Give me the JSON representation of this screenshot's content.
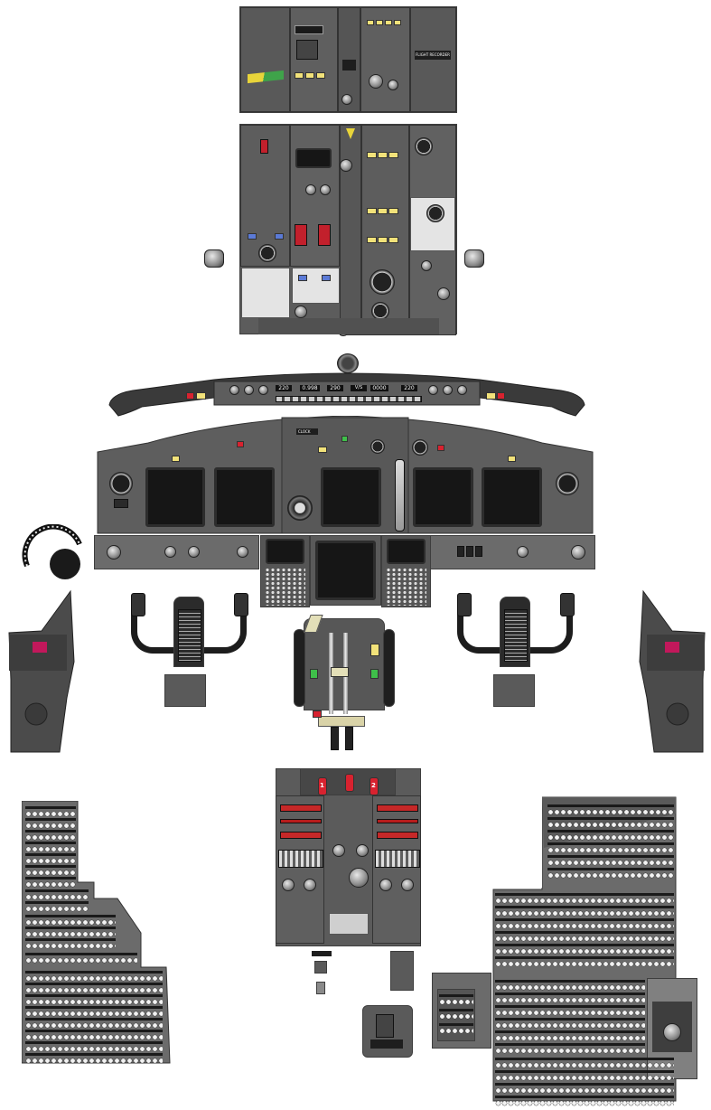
{
  "glareshield": {
    "mcp_displays": [
      "220",
      "0.998",
      "290",
      "V/S",
      "0000",
      "220"
    ]
  },
  "forward_panel": {
    "clock_label": "CLOCK"
  },
  "aft_overhead": {
    "annunciator": "FLIGHT RECORDER"
  },
  "pedestal": {
    "fire_handles": [
      "1",
      "2"
    ]
  },
  "colors": {
    "panel_gray": "#5c5c5c",
    "display_black": "#161616",
    "annunciator_amber": "#f2e27a",
    "warning_red": "#d8222f",
    "breaker_white": "#f2f2f2"
  },
  "icons": [
    "knob-icon",
    "switch-icon",
    "circuit-breaker-icon",
    "yoke-icon",
    "tiller-icon"
  ]
}
